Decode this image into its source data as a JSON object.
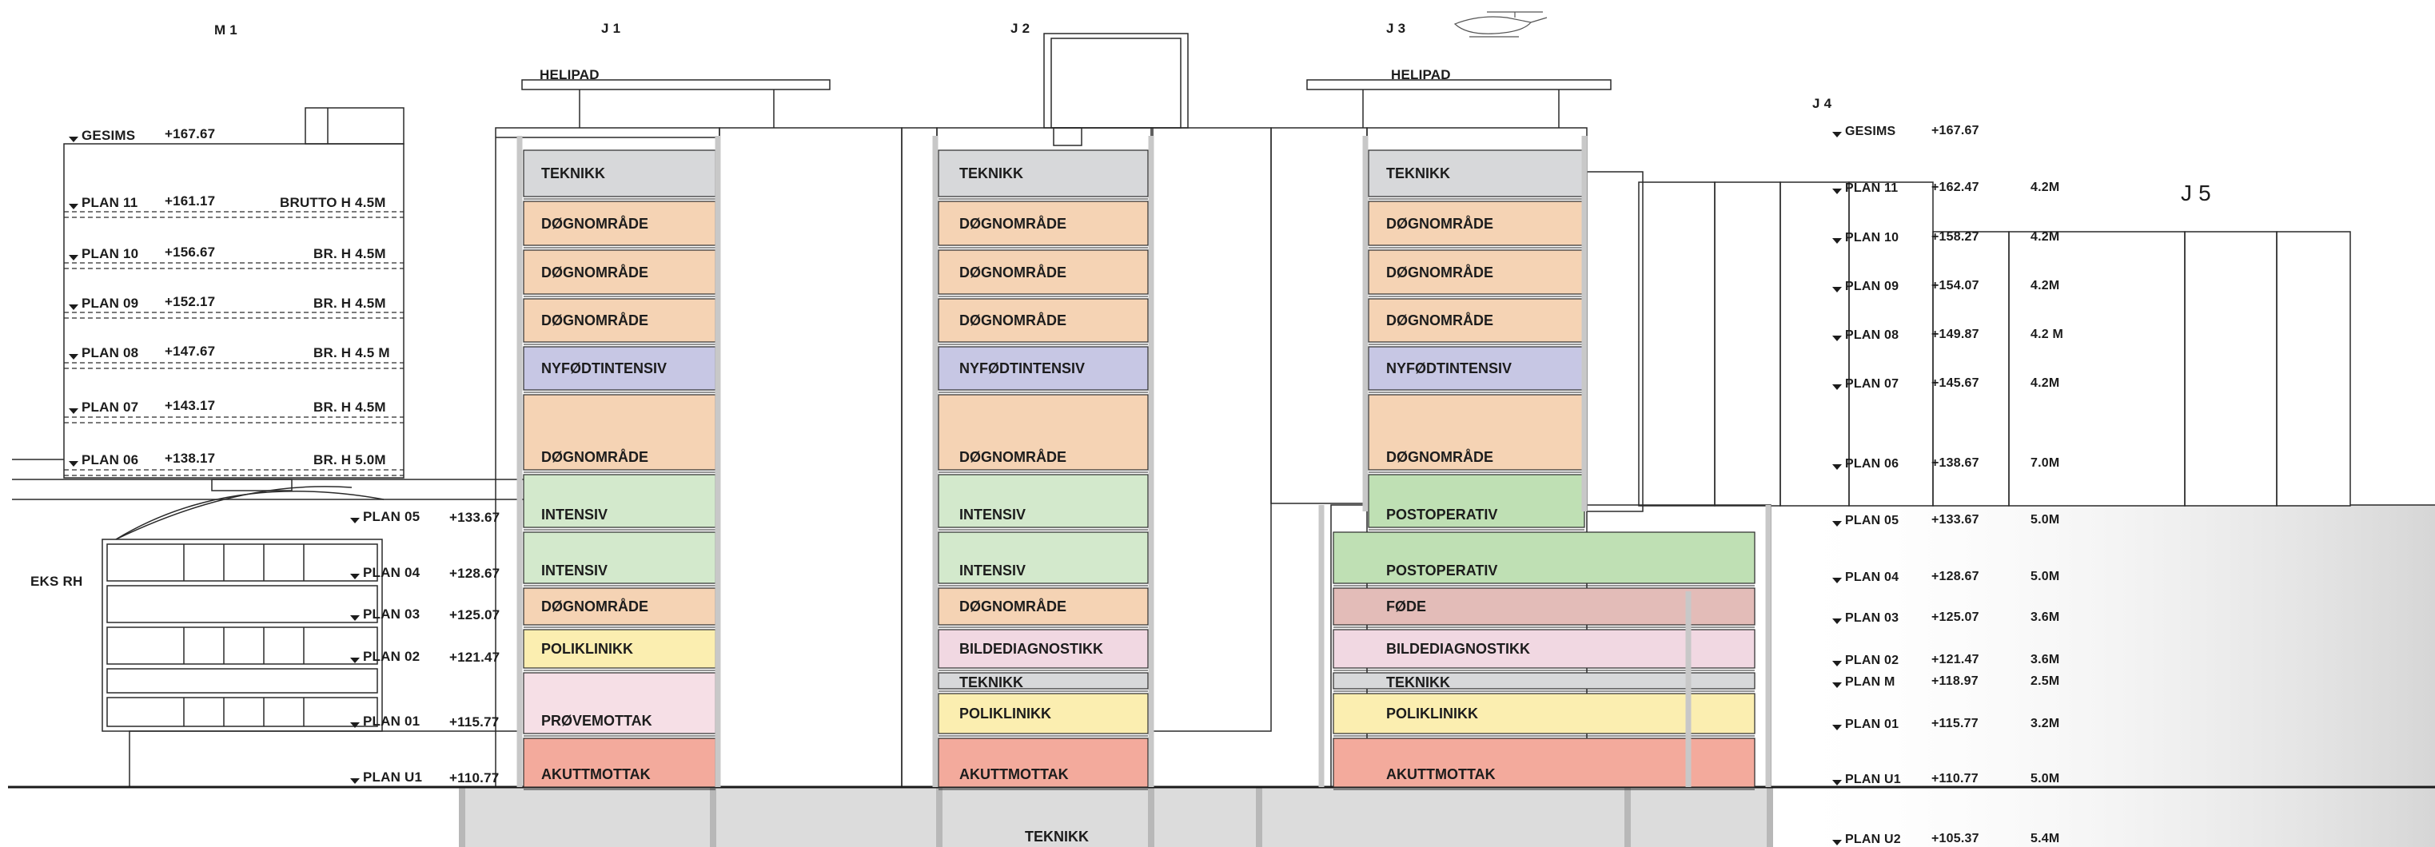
{
  "colors": {
    "teknikk": "#d7d8da",
    "dognomrade": "#f5d3b4",
    "nyfodtintensiv": "#c7c7e4",
    "intensiv": "#d3e9cc",
    "postoperativ": "#bfe0b4",
    "poliklinikk": "#fbeeb0",
    "provemottak": "#f6dfe6",
    "bildediagnostikk": "#f1d8e2",
    "akuttmottak": "#f3aa9c",
    "fode": "#e3bcb8",
    "lines": "#2a2a2a",
    "wall": "#c8c8c8"
  },
  "building_labels": {
    "m1": "M 1",
    "j1": "J 1",
    "j2": "J 2",
    "j3": "J 3",
    "j4": "J 4",
    "j5": "J 5",
    "eks_rh": "EKS RH",
    "helipad_1": "HELIPAD",
    "helipad_2": "HELIPAD"
  },
  "m1_levels": [
    {
      "name": "GESIMS",
      "elev": "+167.67",
      "height": ""
    },
    {
      "name": "PLAN 11",
      "elev": "+161.17",
      "height": "BRUTTO H 4.5M"
    },
    {
      "name": "PLAN 10",
      "elev": "+156.67",
      "height": "BR. H 4.5M"
    },
    {
      "name": "PLAN 09",
      "elev": "+152.17",
      "height": "BR. H 4.5M"
    },
    {
      "name": "PLAN 08",
      "elev": "+147.67",
      "height": "BR. H 4.5 M"
    },
    {
      "name": "PLAN 07",
      "elev": "+143.17",
      "height": "BR. H 4.5M"
    },
    {
      "name": "PLAN 06",
      "elev": "+138.17",
      "height": "BR. H 5.0M"
    }
  ],
  "mid_levels": [
    {
      "name": "PLAN 05",
      "elev": "+133.67"
    },
    {
      "name": "PLAN 04",
      "elev": "+128.67"
    },
    {
      "name": "PLAN 03",
      "elev": "+125.07"
    },
    {
      "name": "PLAN 02",
      "elev": "+121.47"
    },
    {
      "name": "PLAN 01",
      "elev": "+115.77"
    },
    {
      "name": "PLAN U1",
      "elev": "+110.77"
    }
  ],
  "right_levels": [
    {
      "name": "GESIMS",
      "elev": "+167.67",
      "height": ""
    },
    {
      "name": "PLAN 11",
      "elev": "+162.47",
      "height": "4.2M"
    },
    {
      "name": "PLAN 10",
      "elev": "+158.27",
      "height": "4.2M"
    },
    {
      "name": "PLAN 09",
      "elev": "+154.07",
      "height": "4.2M"
    },
    {
      "name": "PLAN 08",
      "elev": "+149.87",
      "height": "4.2 M"
    },
    {
      "name": "PLAN 07",
      "elev": "+145.67",
      "height": "4.2M"
    },
    {
      "name": "PLAN 06",
      "elev": "+138.67",
      "height": "7.0M"
    },
    {
      "name": "PLAN 05",
      "elev": "+133.67",
      "height": "5.0M"
    },
    {
      "name": "PLAN 04",
      "elev": "+128.67",
      "height": "5.0M"
    },
    {
      "name": "PLAN 03",
      "elev": "+125.07",
      "height": "3.6M"
    },
    {
      "name": "PLAN 02",
      "elev": "+121.47",
      "height": "3.6M"
    },
    {
      "name": "PLAN M",
      "elev": "+118.97",
      "height": "2.5M"
    },
    {
      "name": "PLAN 01",
      "elev": "+115.77",
      "height": "3.2M"
    },
    {
      "name": "PLAN U1",
      "elev": "+110.77",
      "height": "5.0M"
    },
    {
      "name": "PLAN U2",
      "elev": "+105.37",
      "height": "5.4M"
    }
  ],
  "rooms": {
    "j1": [
      "TEKNIKK",
      "DØGNOMRÅDE",
      "DØGNOMRÅDE",
      "DØGNOMRÅDE",
      "NYFØDTINTENSIV",
      "DØGNOMRÅDE",
      "INTENSIV",
      "INTENSIV",
      "DØGNOMRÅDE",
      "POLIKLINIKK",
      "PRØVEMOTTAK",
      "AKUTTMOTTAK"
    ],
    "j2": [
      "TEKNIKK",
      "DØGNOMRÅDE",
      "DØGNOMRÅDE",
      "DØGNOMRÅDE",
      "NYFØDTINTENSIV",
      "DØGNOMRÅDE",
      "INTENSIV",
      "INTENSIV",
      "DØGNOMRÅDE",
      "BILDEDIAGNOSTIKK",
      "TEKNIKK",
      "POLIKLINIKK",
      "AKUTTMOTTAK"
    ],
    "j3": [
      "TEKNIKK",
      "DØGNOMRÅDE",
      "DØGNOMRÅDE",
      "DØGNOMRÅDE",
      "NYFØDTINTENSIV",
      "DØGNOMRÅDE",
      "POSTOPERATIV",
      "POSTOPERATIV",
      "FØDE",
      "BILDEDIAGNOSTIKK",
      "TEKNIKK",
      "POLIKLINIKK",
      "AKUTTMOTTAK"
    ],
    "basement": "TEKNIKK"
  }
}
